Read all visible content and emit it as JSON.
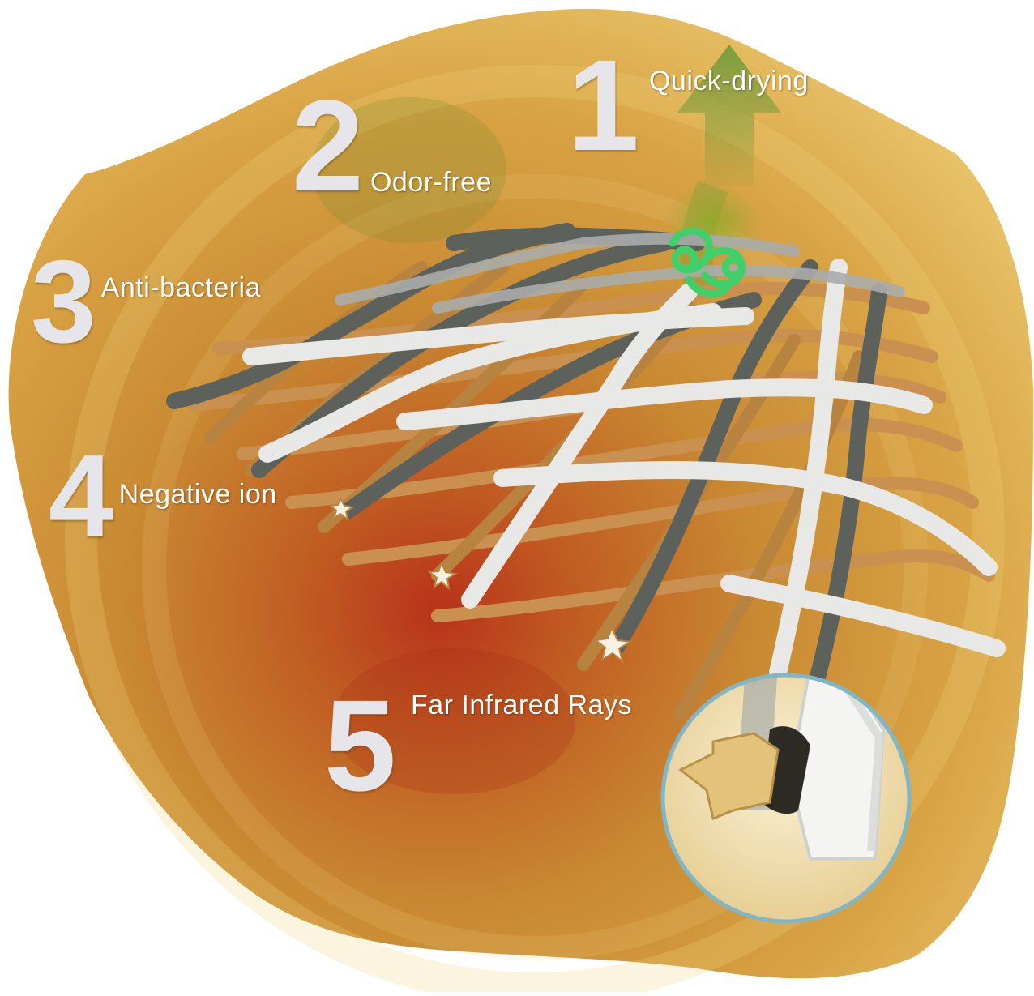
{
  "features": [
    {
      "number": "1",
      "label": "Quick-drying"
    },
    {
      "number": "2",
      "label": "Odor-free"
    },
    {
      "number": "3",
      "label": "Anti-bacteria"
    },
    {
      "number": "4",
      "label": "Negative ion"
    },
    {
      "number": "5",
      "label": "Far Infrared Rays"
    }
  ],
  "colors": {
    "background_outer": "#b9741e",
    "background_mid": "#d69a3a",
    "background_light": "#e9c46a",
    "heat_center": "#b8321a",
    "fiber_tan": "#c99050",
    "fiber_dark": "#5d615c",
    "fiber_white": "#e8e8e6",
    "molecule_green": "#3fd06a",
    "arrow_green": "#6f9a3a",
    "lens_ring": "#7fb6c8"
  }
}
